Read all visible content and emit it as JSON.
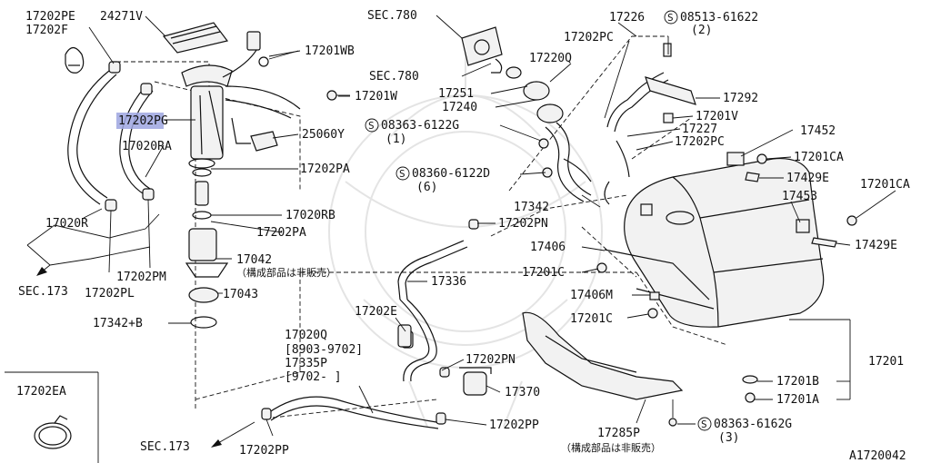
{
  "diagram_id": "A1720042",
  "parts": {
    "p17202PE": "17202PE",
    "p17202F": "17202F",
    "p24271V": "24271V",
    "sec780a": "SEC.780",
    "p17226": "17226",
    "s08513": "08513-61622",
    "s08513q": "(2)",
    "p17202PC_a": "17202PC",
    "p17201WB": "17201WB",
    "sec780b": "SEC.780",
    "p17220Q": "17220Q",
    "p17251": "17251",
    "p17201W": "17201W",
    "p17292": "17292",
    "p17240": "17240",
    "p17202PG": "17202PG",
    "p17201V": "17201V",
    "s08363a": "08363-6122G",
    "s08363aq": "(1)",
    "p17227": "17227",
    "p17452": "17452",
    "p25060Y": "25060Y",
    "p17202PC_b": "17202PC",
    "p17020RA": "17020RA",
    "p17201CA_a": "17201CA",
    "p17202PA_a": "17202PA",
    "s08360": "08360-6122D",
    "s08360q": "(6)",
    "p17429E_a": "17429E",
    "p17201CA_b": "17201CA",
    "p17453": "17453",
    "p17020R": "17020R",
    "p17020RB": "17020RB",
    "p17342": "17342",
    "p17202PN_a": "17202PN",
    "p17202PA_b": "17202PA",
    "p17429E_b": "17429E",
    "p17406_a": "17406",
    "p17042": "17042",
    "p17042_note": "（構成部品は非販売）",
    "sec173a": "SEC.173",
    "p17202PL": "17202PL",
    "p17202PM": "17202PM",
    "p17201C_a": "17201C",
    "p17336": "17336",
    "p17043": "17043",
    "p17406M": "17406M",
    "p17202E": "17202E",
    "p17201C_b": "17201C",
    "p17342B": "17342+B",
    "p17020Q": "17020Q",
    "p17020Q_range": "[8903-9702]",
    "p17335P": "17335P",
    "p17335P_range": "[9702-     ]",
    "p17202PN_b": "17202PN",
    "p17201": "17201",
    "p17201B": "17201B",
    "p17370": "17370",
    "p17202EA": "17202EA",
    "p17201A": "17201A",
    "p17202PP_a": "17202PP",
    "p17285P": "17285P",
    "s08363b": "08363-6162G",
    "s08363bq": "(3)",
    "p17285P_note": "（構成部品は非販売）",
    "sec173b": "SEC.173",
    "p17202PP_b": "17202PP"
  },
  "screw_symbol": "S",
  "highlight_color": "#9ea6e0"
}
